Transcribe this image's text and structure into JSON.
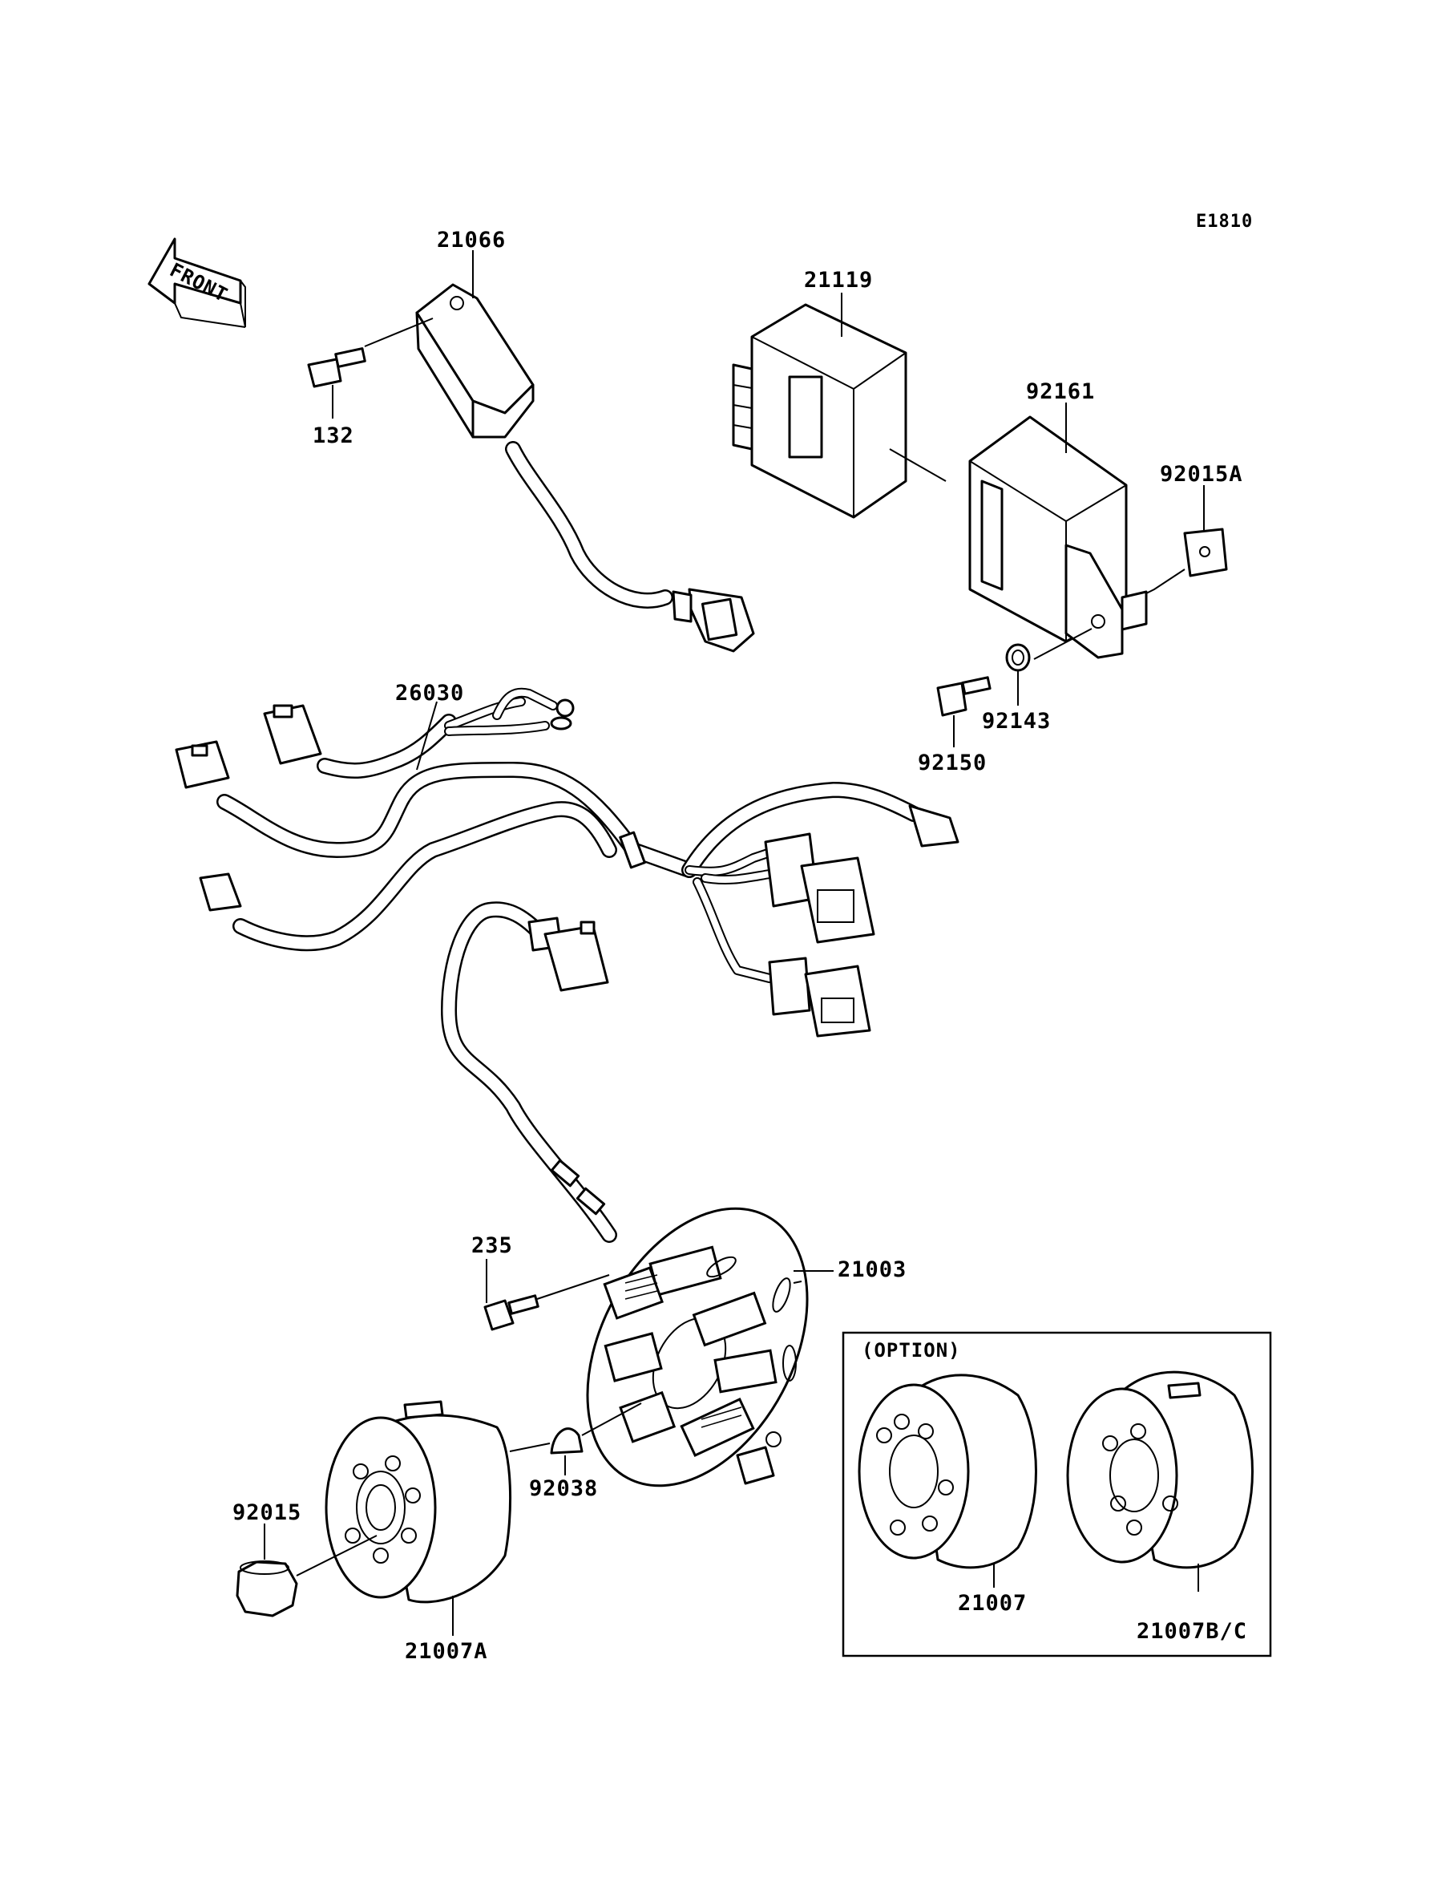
{
  "diagram_code": "E1810",
  "front_label": "FRONT",
  "option_label": "(OPTION)",
  "parts": {
    "p21066": "21066",
    "p132": "132",
    "p21119": "21119",
    "p92161": "92161",
    "p92015A": "92015A",
    "p92143": "92143",
    "p92150": "92150",
    "p26030": "26030",
    "p235": "235",
    "p21003": "21003",
    "p92015": "92015",
    "p92038": "92038",
    "p21007A": "21007A",
    "p21007": "21007",
    "p21007BC": "21007B/C"
  }
}
